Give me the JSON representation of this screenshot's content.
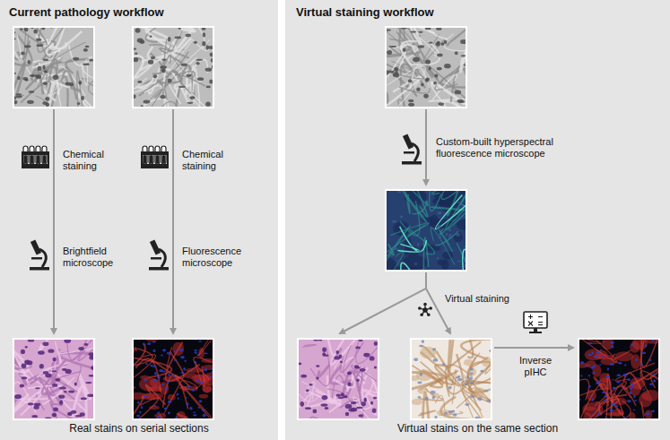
{
  "diagram": {
    "nodes": [
      {
        "text": [
          "Current pathology workflow",
          "Real stains on serial sections"
        ]
      },
      {
        "text": [
          "Virtual staining workflow",
          "Virtual stains on the same section"
        ]
      }
    ],
    "labels": [
      "Chemical staining",
      "Brightfield microscope",
      "Chemical staining",
      "Fluorescence microscope",
      "Custom-built hyperspectral fluorescence microscope",
      "Virtual staining",
      "Inverse pIHC"
    ]
  }
}
